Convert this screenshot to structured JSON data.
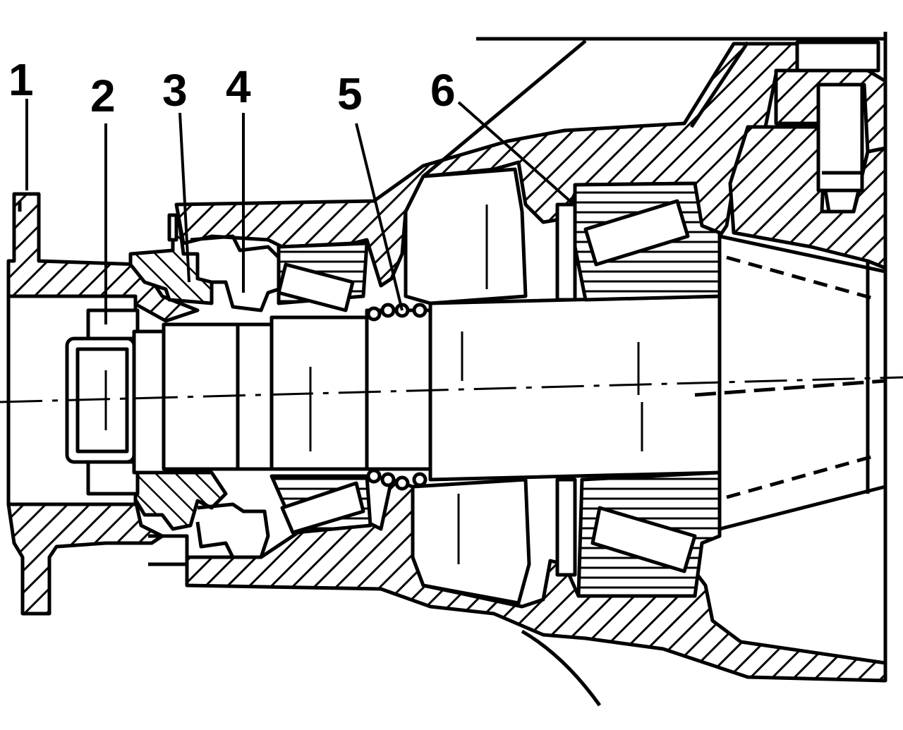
{
  "diagram": {
    "colors": {
      "ink": "#000000",
      "paper": "#ffffff"
    },
    "callouts": [
      {
        "number": "1"
      },
      {
        "number": "2"
      },
      {
        "number": "3"
      },
      {
        "number": "4"
      },
      {
        "number": "5"
      },
      {
        "number": "6"
      }
    ]
  }
}
